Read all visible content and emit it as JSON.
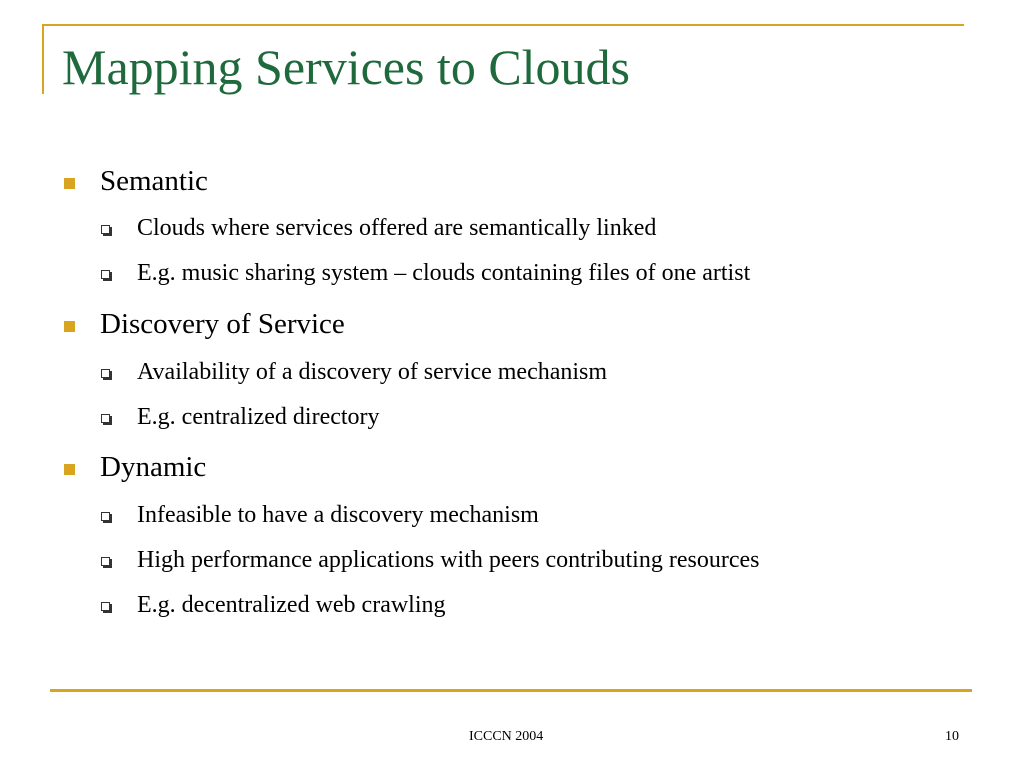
{
  "slide": {
    "title": "Mapping Services to Clouds",
    "bullets": [
      {
        "text": "Semantic",
        "sub": [
          "Clouds where services offered are semantically linked",
          "E.g. music sharing system – clouds containing files of one artist"
        ]
      },
      {
        "text": "Discovery of Service",
        "sub": [
          "Availability of a discovery of service mechanism",
          "E.g. centralized directory"
        ]
      },
      {
        "text": "Dynamic",
        "sub": [
          "Infeasible to have a discovery mechanism",
          "High performance applications with peers contributing resources",
          "E.g. decentralized web crawling"
        ]
      }
    ]
  },
  "footer": {
    "center_text": "ICCCN 2004",
    "page_number": "10"
  },
  "colors": {
    "accent": "#d9a520",
    "title": "#1f6a3c"
  }
}
